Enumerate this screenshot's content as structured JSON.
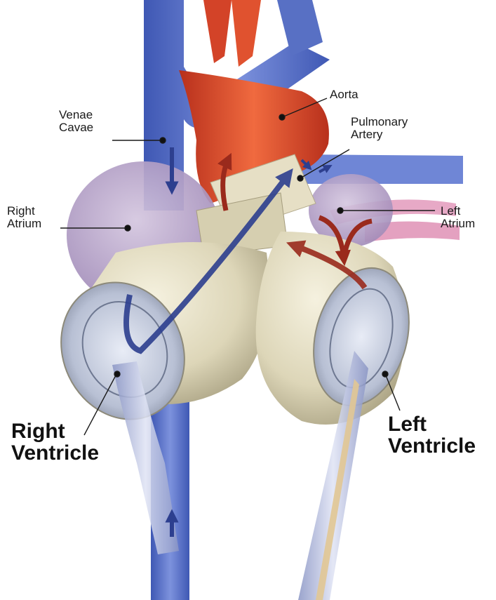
{
  "labels": {
    "venae_cavae": [
      "Venae",
      "Cavae"
    ],
    "aorta": "Aorta",
    "pulmonary_artery": [
      "Pulmonary",
      "Artery"
    ],
    "right_atrium": [
      "Right",
      "Atrium"
    ],
    "left_atrium": [
      "Left",
      "Atrium"
    ],
    "right_ventricle": [
      "Right",
      "Ventricle"
    ],
    "left_ventricle": [
      "Left",
      "Ventricle"
    ]
  },
  "colors": {
    "vein_blue": "#5f76c9",
    "aorta_red": "#d9492b",
    "atrium_purple": "#b9a6c8",
    "device_beige": "#ddd6b8",
    "flow_arrow_red": "#9a2a1c",
    "flow_arrow_blue": "#2d3f8f",
    "tube_blue": "#aab4dc"
  }
}
